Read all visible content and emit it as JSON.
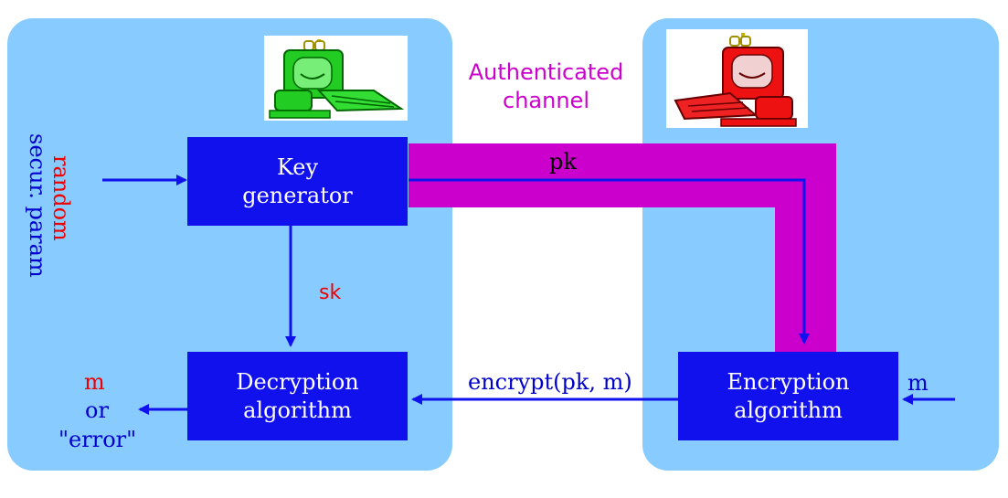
{
  "key_generator": {
    "line1": "Key",
    "line2": "generator"
  },
  "decryption": {
    "line1": "Decryption",
    "line2": "algorithm"
  },
  "encryption": {
    "line1": "Encryption",
    "line2": "algorithm"
  },
  "channel": {
    "line1": "Authenticated",
    "line2": "channel"
  },
  "labels": {
    "pk": "pk",
    "sk": "sk",
    "encrypt": "encrypt(pk, m)",
    "m_input": "m",
    "out_m": "m",
    "out_or": "or",
    "out_error": "\"error\"",
    "random": "random",
    "secur_param": "secur. param"
  },
  "colors": {
    "panel": "#88ccff",
    "box": "#1111ee",
    "channel": "#cc00cc",
    "red_text": "#ee0000",
    "blue_text": "#0000cc",
    "arrow": "#1111ee"
  },
  "icons": {
    "left": "green-computer-user-icon",
    "right": "red-computer-user-icon"
  }
}
